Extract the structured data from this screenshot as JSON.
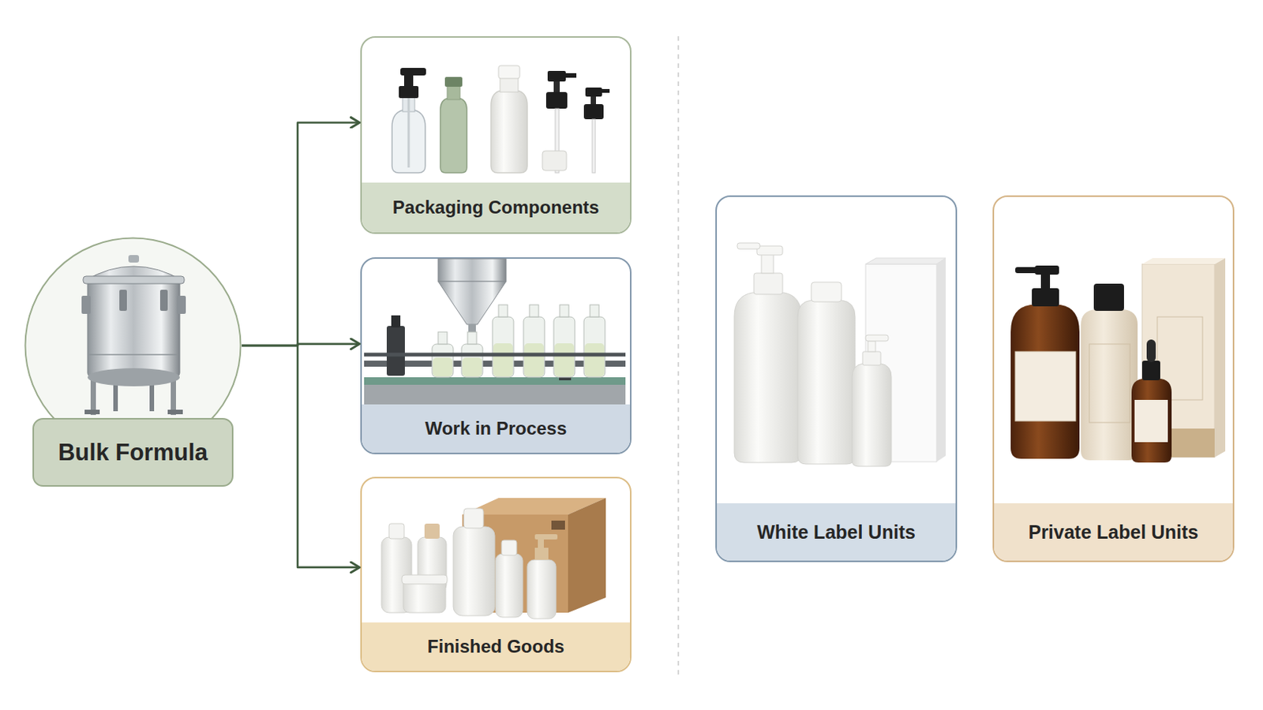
{
  "diagram": {
    "nodes": [
      {
        "text": [
          "Bulk Formula"
        ]
      },
      {
        "text": [
          "Packaging Components"
        ]
      },
      {
        "text": [
          "Work in Process"
        ]
      },
      {
        "text": [
          "Finished Goods"
        ]
      },
      {
        "text": [
          "White Label Units"
        ]
      },
      {
        "text": [
          "Private Label Units"
        ]
      }
    ],
    "edges": [
      {
        "from": 0,
        "to": 1,
        "arrow": "to"
      },
      {
        "from": 0,
        "to": 2,
        "arrow": "to"
      },
      {
        "from": 0,
        "to": 3,
        "arrow": "to"
      }
    ]
  }
}
